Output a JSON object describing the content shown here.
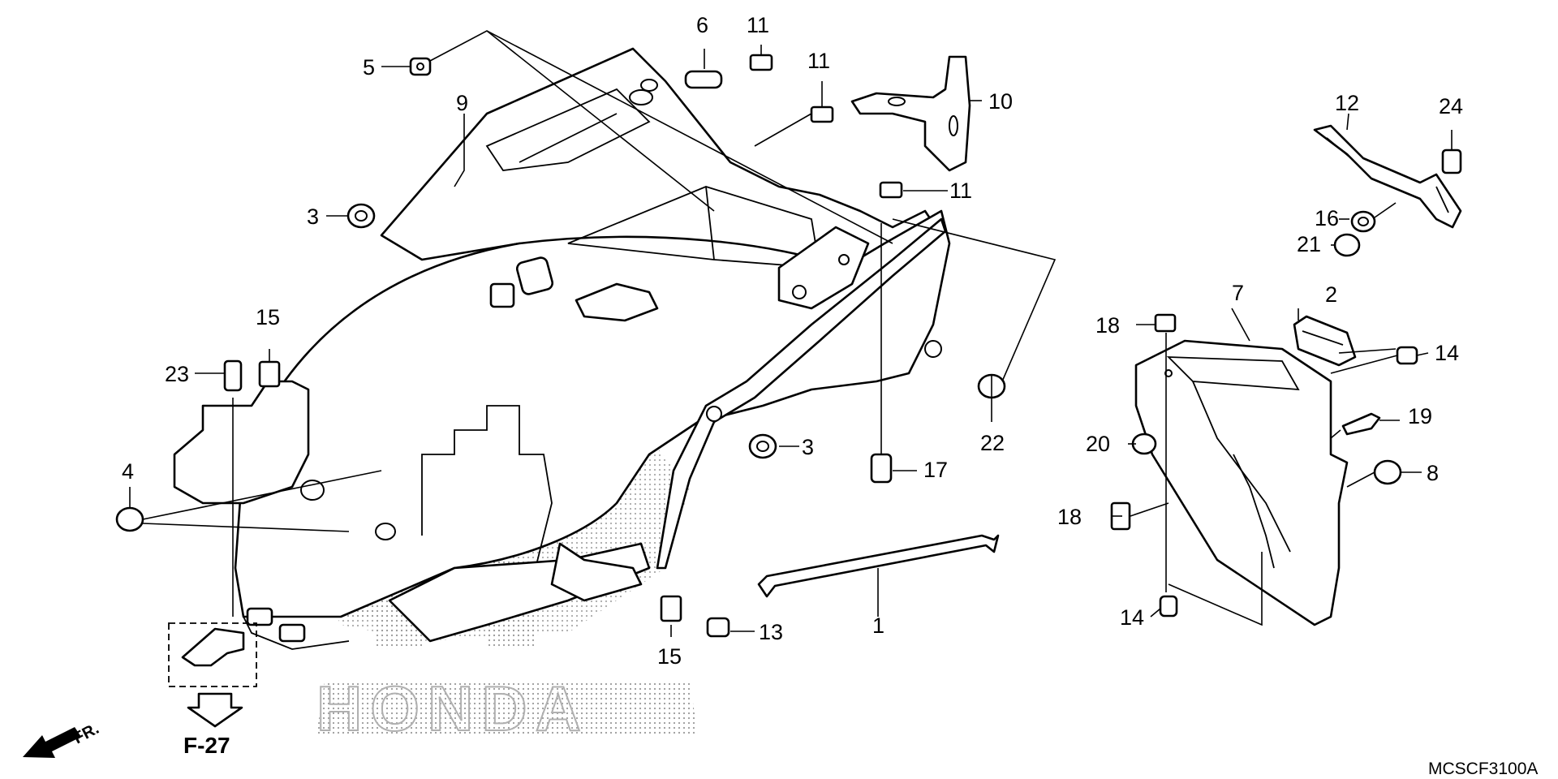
{
  "callouts": [
    {
      "id": "c1",
      "text": "1"
    },
    {
      "id": "c2",
      "text": "2"
    },
    {
      "id": "c3a",
      "text": "3"
    },
    {
      "id": "c3b",
      "text": "3"
    },
    {
      "id": "c4",
      "text": "4"
    },
    {
      "id": "c5",
      "text": "5"
    },
    {
      "id": "c6",
      "text": "6"
    },
    {
      "id": "c7",
      "text": "7"
    },
    {
      "id": "c8",
      "text": "8"
    },
    {
      "id": "c9",
      "text": "9"
    },
    {
      "id": "c10",
      "text": "10"
    },
    {
      "id": "c11a",
      "text": "11"
    },
    {
      "id": "c11b",
      "text": "11"
    },
    {
      "id": "c11c",
      "text": "11"
    },
    {
      "id": "c12",
      "text": "12"
    },
    {
      "id": "c13",
      "text": "13"
    },
    {
      "id": "c14a",
      "text": "14"
    },
    {
      "id": "c14b",
      "text": "14"
    },
    {
      "id": "c15a",
      "text": "15"
    },
    {
      "id": "c15b",
      "text": "15"
    },
    {
      "id": "c16",
      "text": "16"
    },
    {
      "id": "c17",
      "text": "17"
    },
    {
      "id": "c18a",
      "text": "18"
    },
    {
      "id": "c18b",
      "text": "18"
    },
    {
      "id": "c19",
      "text": "19"
    },
    {
      "id": "c20",
      "text": "20"
    },
    {
      "id": "c21",
      "text": "21"
    },
    {
      "id": "c22",
      "text": "22"
    },
    {
      "id": "c23",
      "text": "23"
    },
    {
      "id": "c24",
      "text": "24"
    }
  ],
  "reference": "F-27",
  "front_marker": "FR.",
  "drawing_code": "MCSCF3100A",
  "watermark": "HONDA",
  "colors": {
    "ink": "#000000",
    "paper": "#ffffff",
    "stipple": "#9a9a9a"
  }
}
